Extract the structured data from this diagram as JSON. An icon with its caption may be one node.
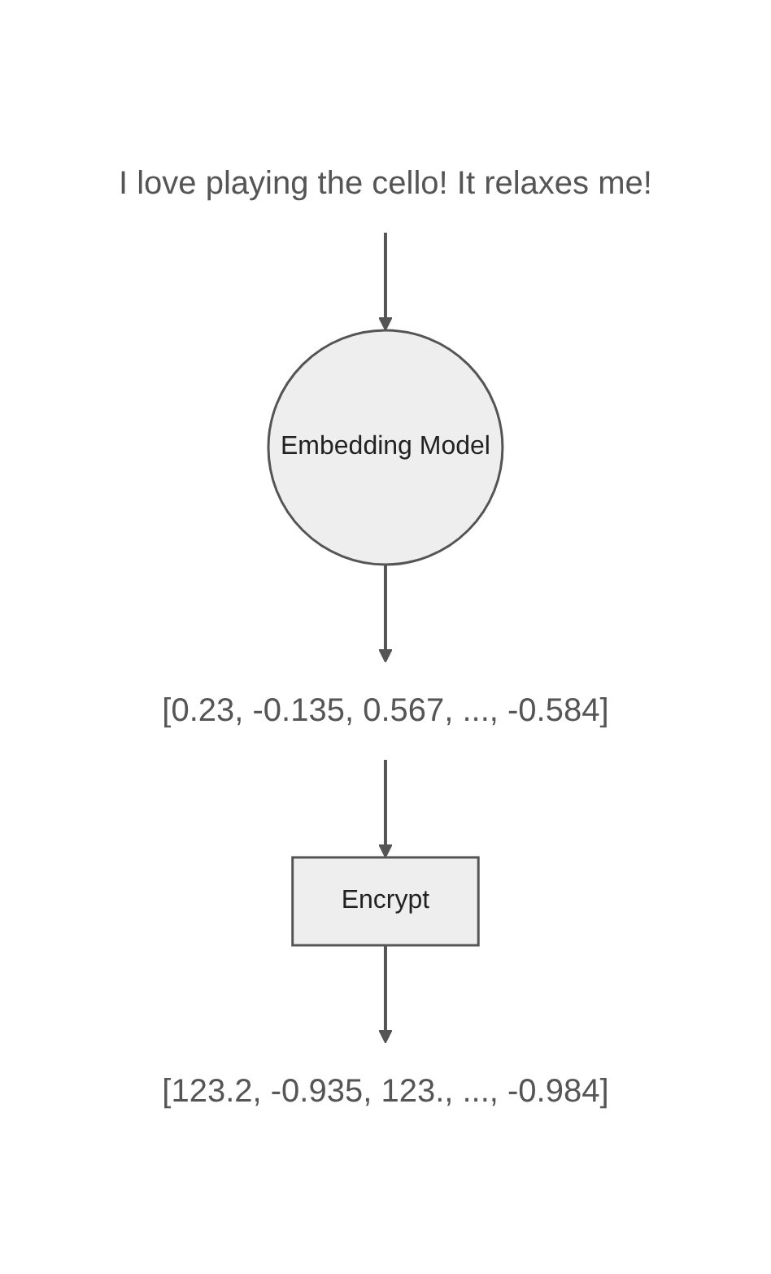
{
  "diagram": {
    "nodes": [
      {
        "text": [
          "I love playing the cello! It relaxes me!"
        ]
      },
      {
        "text": [
          "Embedding Model"
        ]
      },
      {
        "text": [
          "[0.23, -0.135, 0.567, ..., -0.584]"
        ]
      },
      {
        "text": [
          "Encrypt"
        ]
      },
      {
        "text": [
          "[123.2, -0.935, 123., ..., -0.984]"
        ]
      }
    ],
    "edges": [
      {
        "from": 0,
        "to": 1,
        "arrow": "to"
      },
      {
        "from": 1,
        "to": 2,
        "arrow": "to"
      },
      {
        "from": 2,
        "to": 3,
        "arrow": "to"
      },
      {
        "from": 3,
        "to": 4,
        "arrow": "to"
      }
    ]
  }
}
